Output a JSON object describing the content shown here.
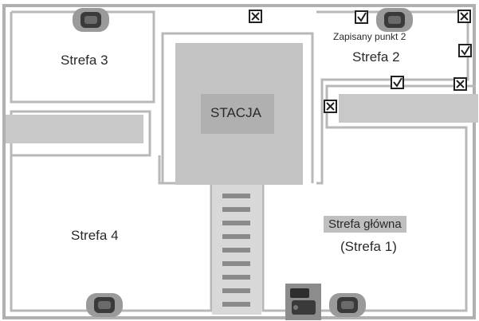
{
  "labels": {
    "zone3": "Strefa 3",
    "zone2": "Strefa 2",
    "zone4": "Strefa 4",
    "station": "STACJA",
    "main_zone": "Strefa główna",
    "main_zone_alias": "(Strefa 1)",
    "saved_point": "Zapisany punkt 2"
  },
  "colors": {
    "boundary_wire": "#a8a8a8",
    "obstacle": "#c8c8c8",
    "station_inner": "#bdbdbd",
    "mower_body": "#9a9a9a",
    "mower_dark": "#3a3a3a",
    "marker_border": "#222222"
  },
  "markers": [
    {
      "id": "m1",
      "type": "cross"
    },
    {
      "id": "m2",
      "type": "check"
    },
    {
      "id": "m3",
      "type": "cross"
    },
    {
      "id": "m4",
      "type": "check"
    },
    {
      "id": "m5",
      "type": "check"
    },
    {
      "id": "m6",
      "type": "cross"
    },
    {
      "id": "m7",
      "type": "cross"
    }
  ],
  "mowers": [
    "mower-zone3",
    "mower-zone2",
    "mower-zone4",
    "mower-main"
  ],
  "icons": [
    "charging-station-icon"
  ]
}
